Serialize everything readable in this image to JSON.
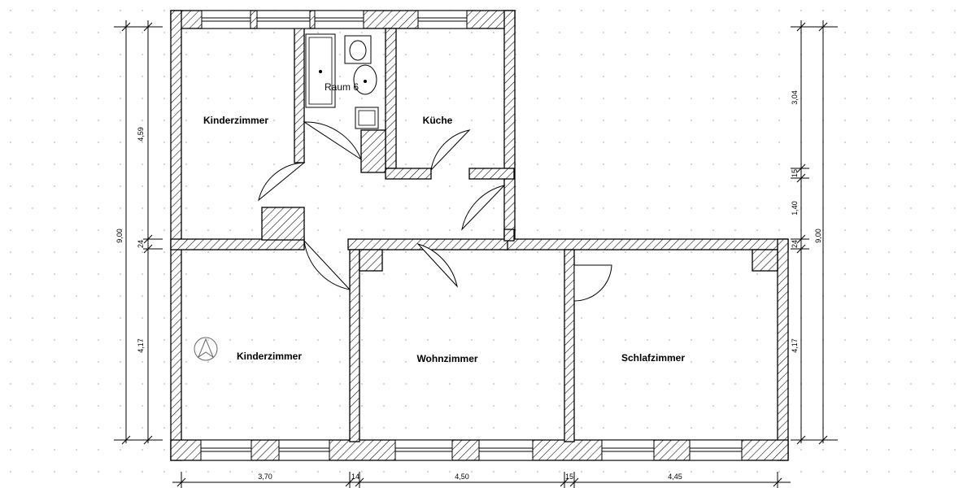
{
  "rooms": {
    "kinderzimmer_top": "Kinderzimmer",
    "raum": "Raum 6",
    "kueche": "Küche",
    "kinderzimmer_bottom": "Kinderzimmer",
    "wohnzimmer": "Wohnzimmer",
    "schlafzimmer": "Schlafzimmer"
  },
  "dimensions": {
    "left_top": "4,59",
    "left_mid": "24",
    "left_bottom": "4,17",
    "left_total": "9,00",
    "right_top": "3,04",
    "right_small": "15",
    "right_mid": "1,40",
    "right_small2": "24",
    "right_bottom": "4,17",
    "right_total": "9,00",
    "bottom_1": "3,70",
    "bottom_2": "14",
    "bottom_3": "4,50",
    "bottom_4": "15",
    "bottom_5": "4,45"
  },
  "colors": {
    "line": "#000000",
    "grid_dot": "#b8b8b8",
    "background": "#ffffff"
  },
  "icons": {
    "north_marker": "north-arrow-icon"
  }
}
